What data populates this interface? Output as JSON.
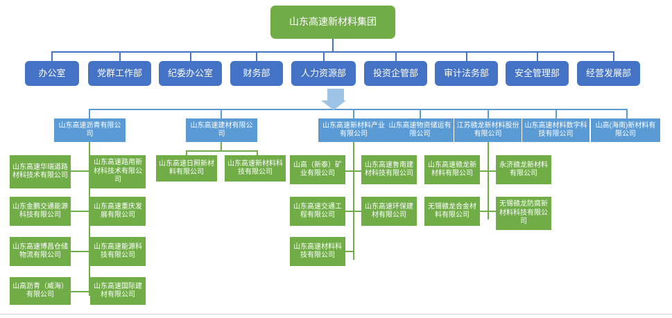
{
  "diagram": {
    "type": "organization-chart",
    "title_box": {
      "label": "山东高速新材料集团",
      "color": "#70AD47"
    },
    "colors": {
      "root_green": "#70AD47",
      "department_blue": "#4472C4",
      "subsidiary_blue": "#5B9BD5",
      "leaf_green": "#70AD47",
      "arrow_blue": "#9DC3E6",
      "footer_rule": "#d0d0d0"
    },
    "departments": [
      {
        "label": "办公室"
      },
      {
        "label": "党群工作部"
      },
      {
        "label": "纪委办公室"
      },
      {
        "label": "财务部"
      },
      {
        "label": "人力资源部"
      },
      {
        "label": "投资企管部"
      },
      {
        "label": "审计法务部"
      },
      {
        "label": "安全管理部"
      },
      {
        "label": "经营发展部"
      }
    ],
    "subsidiaries": [
      {
        "label": "山东高速沥青有限公司",
        "children": [
          {
            "label": "山东高速华瑞道路材科技术有限公司"
          },
          {
            "label": "山东高速路用新材科技术有限公司"
          },
          {
            "label": "山东金鹏交通能源科技有限公司"
          },
          {
            "label": "山东高速重庆发展有限公司"
          },
          {
            "label": "山东高速博昌仓储物流有限公司"
          },
          {
            "label": "山东高速能源科技有限公司"
          },
          {
            "label": "山高沥青（威海）有限公司"
          },
          {
            "label": "山东高速国际建材有限公司"
          }
        ]
      },
      {
        "label": "山东高速建材有限公司",
        "children": [
          {
            "label": "山东高速日照新材料有限公司"
          },
          {
            "label": "山东高速新材料科技有限公司"
          }
        ]
      },
      {
        "label": "山东高速新材料产业有限公司",
        "children": [
          {
            "label": "山高（新泰）矿业有限公司"
          },
          {
            "label": "山东高速鲁南建材科技有限公司"
          },
          {
            "label": "山东高速交通工程有限公司"
          },
          {
            "label": "山东高速环保建材有限公司"
          },
          {
            "label": "山东高速材料科技有限公司"
          }
        ]
      },
      {
        "label": "山东高速物资储运有限公司",
        "children": []
      },
      {
        "label": "江苏赣龙新材料股份有限公司",
        "children": [
          {
            "label": "山东高速赣龙新材料有限公司"
          },
          {
            "label": "永济赣龙新材料有限公司"
          },
          {
            "label": "无锡赣龙合金材料有限公司"
          },
          {
            "label": "无锡赣龙防腐新材料科技有限公司"
          }
        ]
      },
      {
        "label": "山东高速材料数字科技有限公司",
        "children": []
      },
      {
        "label": "山高(海南)新材料有限公司",
        "children": []
      }
    ]
  }
}
